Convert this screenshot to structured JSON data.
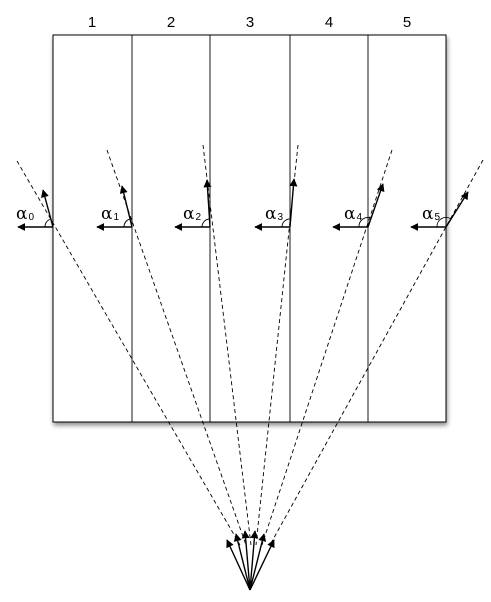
{
  "columns": [
    "1",
    "2",
    "3",
    "4",
    "5"
  ],
  "angles": [
    {
      "symbol": "α",
      "subscript": "0"
    },
    {
      "symbol": "α",
      "subscript": "1"
    },
    {
      "symbol": "α",
      "subscript": "2"
    },
    {
      "symbol": "α",
      "subscript": "3"
    },
    {
      "symbol": "α",
      "subscript": "4"
    },
    {
      "symbol": "α",
      "subscript": "5"
    }
  ]
}
